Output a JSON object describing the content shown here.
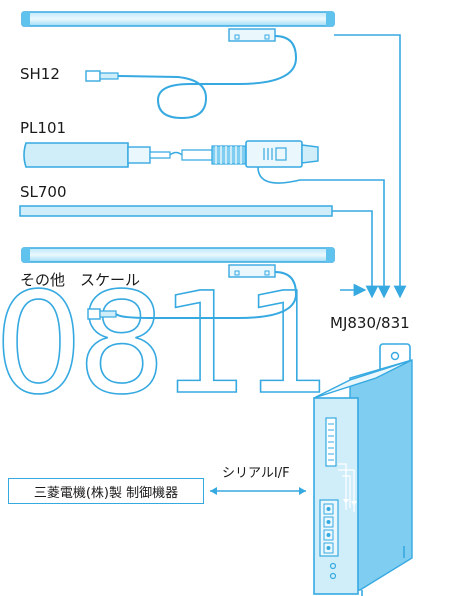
{
  "labels": {
    "sh12": "SH12",
    "pl101": "PL101",
    "sl700": "SL700",
    "other_scale": "その他　スケール",
    "mj830": "MJ830/831",
    "serial_if": "シリアルI/F",
    "mitsubishi": "三菱電機(株)製 制御機器"
  },
  "watermark": "0811",
  "colors": {
    "accent": "#36a9e1",
    "fill": "#cfeefa",
    "dark_fill": "#7fcdf0"
  }
}
